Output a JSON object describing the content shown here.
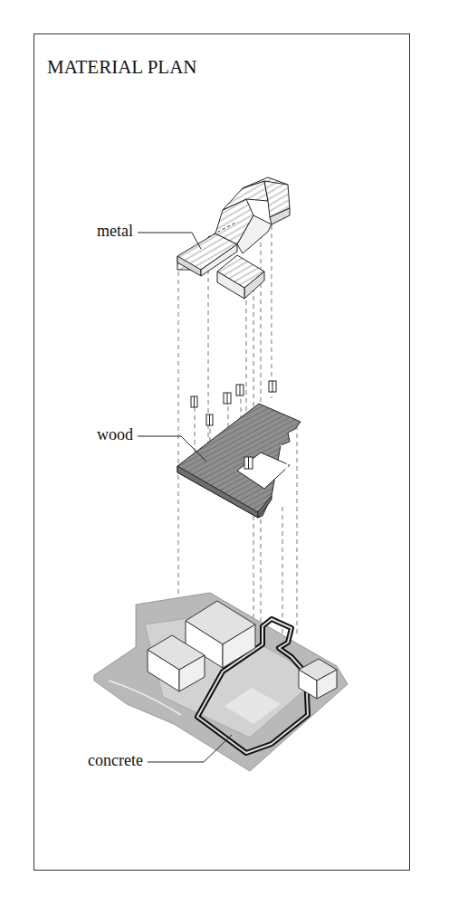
{
  "diagram": {
    "title": "MATERIAL PLAN",
    "labels": [
      "metal",
      "wood",
      "concrete"
    ]
  }
}
